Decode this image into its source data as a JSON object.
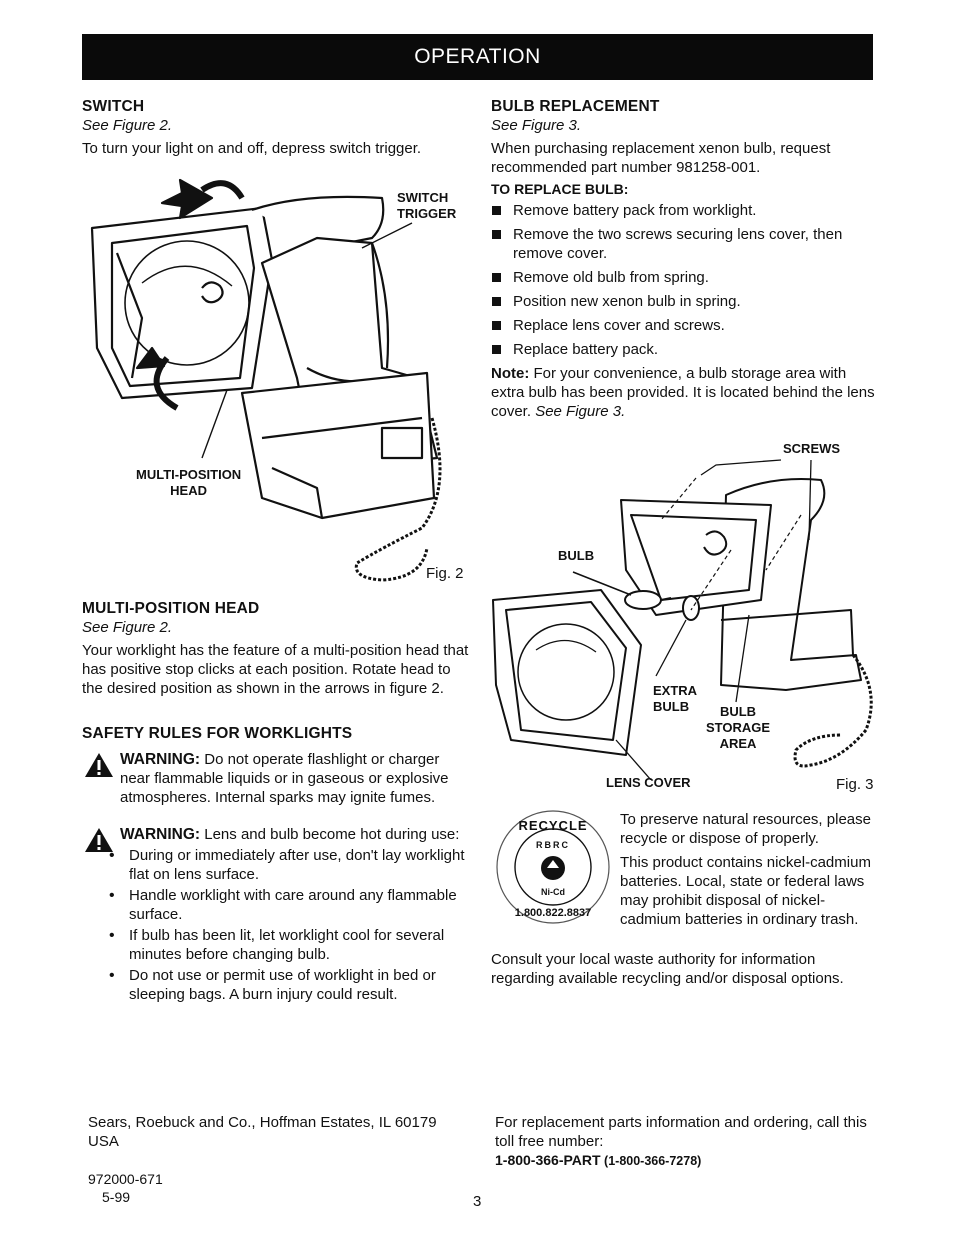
{
  "banner": "OPERATION",
  "switch": {
    "heading": "SWITCH",
    "see": "See Figure 2.",
    "text": "To turn your light on and off, depress switch trigger."
  },
  "fig2": {
    "trigger_label_1": "SWITCH",
    "trigger_label_2": "TRIGGER",
    "head_label_1": "MULTI-POSITION",
    "head_label_2": "HEAD",
    "caption": "Fig. 2"
  },
  "multi": {
    "heading": "MULTI-POSITION HEAD",
    "see": "See Figure 2.",
    "text": "Your worklight has the feature of a multi-position head that has positive stop clicks at each position. Rotate head to the desired position as shown in the arrows in figure 2."
  },
  "safety": {
    "heading": "SAFETY RULES FOR WORKLIGHTS",
    "warning_label": "WARNING:",
    "warning1": " Do not operate flashlight or charger near flammable liquids or in gaseous or explosive atmospheres. Internal sparks may ignite fumes.",
    "warning2": " Lens and bulb become hot during use:",
    "bullets": [
      "During or immediately after use, don't lay worklight flat on lens surface.",
      "Handle worklight with care around any flammable surface.",
      "If bulb has been lit, let worklight cool for several minutes before changing bulb.",
      "Do not use or permit use of worklight in bed or sleeping bags. A burn injury could result."
    ]
  },
  "bulb": {
    "heading": "BULB REPLACEMENT",
    "see": "See Figure 3.",
    "text": "When purchasing replacement xenon bulb, request recommended part number 981258-001.",
    "subheading": "TO REPLACE BULB:",
    "steps": [
      "Remove battery pack from worklight.",
      "Remove the two screws securing lens cover, then remove cover.",
      "Remove old bulb from spring.",
      "Position new xenon bulb in spring.",
      "Replace lens cover and screws.",
      "Replace battery pack."
    ],
    "note_label": "Note:",
    "note_text": " For your convenience, a bulb storage area with extra bulb has been provided. It is located behind the lens cover. ",
    "note_see": "See Figure 3."
  },
  "fig3": {
    "screws": "SCREWS",
    "bulb": "BULB",
    "extra_1": "EXTRA",
    "extra_2": "BULB",
    "storage_1": "BULB",
    "storage_2": "STORAGE",
    "storage_3": "AREA",
    "lens": "LENS COVER",
    "caption": "Fig. 3"
  },
  "recycle": {
    "seal_top": "RECYCLE",
    "seal_rbrc": "RBRC",
    "seal_nicd": "Ni-Cd",
    "seal_phone": "1.800.822.8837",
    "text1": "To preserve natural resources, please recycle or dispose of properly.",
    "text2": "This product contains nickel-cadmium batteries. Local, state or federal laws may prohibit disposal of nickel-cadmium batteries in ordinary trash.",
    "text3": "Consult your local waste authority for information regarding available recycling and/or disposal options."
  },
  "footer": {
    "company_1": "Sears, Roebuck and Co., Hoffman Estates, IL 60179",
    "company_2": "USA",
    "parts_text": "For replacement parts information and ordering, call this toll free number:",
    "phone_bold": "1-800-366-PART",
    "phone_alt": " (1-800-366-7278)",
    "doc_number": "972000-671",
    "date": "5-99",
    "page_number": "3"
  }
}
